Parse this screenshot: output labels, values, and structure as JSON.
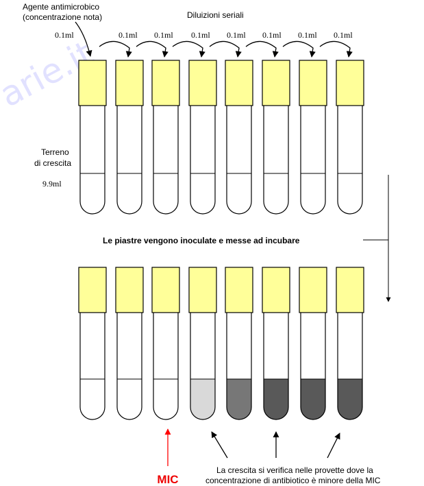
{
  "watermark": "arie.it",
  "top_labels": {
    "agent_line1": "Agente antimicrobico",
    "agent_line2": "(concentrazione nota)",
    "serial_dilutions": "Diluizioni seriali",
    "transfer_volumes": [
      "0.1ml",
      "0.1ml",
      "0.1ml",
      "0.1ml",
      "0.1ml",
      "0.1ml",
      "0.1ml",
      "0.1ml"
    ],
    "medium_line1": "Terreno",
    "medium_line2": "di crescita",
    "medium_volume": "9.9ml"
  },
  "incubation_label": "Le piastre vengono inoculate e messe ad incubare",
  "bottom_labels": {
    "mic": "MIC",
    "growth_line1": "La crescita si verifica nelle provette dove la",
    "growth_line2": "concentrazione di antibiotico è minore della MIC"
  },
  "tube_count": 8,
  "colors": {
    "cap": "#ffff99",
    "mic_arrow": "#ff0000",
    "mic_text": "#ee0000",
    "watermark": "#c9c9ff"
  },
  "bottom_tube_fills": [
    "#ffffff",
    "#ffffff",
    "#ffffff",
    "#d9d9d9",
    "#777777",
    "#595959",
    "#595959",
    "#595959"
  ]
}
